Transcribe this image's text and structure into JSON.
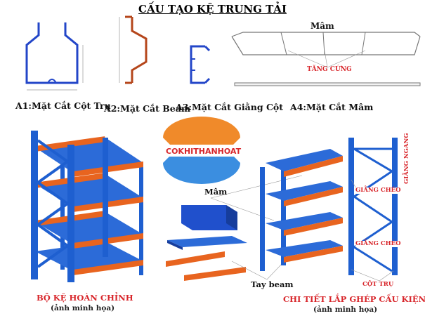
{
  "title": "CẤU TẠO KỆ TRUNG TẢI",
  "sections": {
    "a1": "A1:Mặt Cắt Cột Trụ",
    "a2": "A2:Mặt Cắt Beam",
    "a3": "A3:Mặt Cắt Giằng Cột",
    "a4": "A4:Mặt Cắt Mâm"
  },
  "labels": {
    "mam_top": "Mâm",
    "tang_cung": "TĂNG CỨNG",
    "mam_mid": "Mâm",
    "tay_beam": "Tay beam",
    "giang_cheo_1": "GIẰNG CHÉO",
    "giang_cheo_2": "GIẰNG CHÉO",
    "giang_ngang": "GIẰNG NGANG",
    "cot_tru": "CỘT TRỤ"
  },
  "logo_text": "COKHITHANHOAT",
  "captions": {
    "left": "BỘ KỆ HOÀN CHỈNH",
    "left_sub": "(ảnh minh họa)",
    "right": "CHI TIẾT LẮP GHÉP CẤU KIỆN",
    "right_sub": "(ảnh minh họa)"
  },
  "colors": {
    "upright_blue": "#1e5fd0",
    "beam_orange": "#e8641f",
    "profile_blue": "#2346c8",
    "profile_brown": "#b5461b",
    "logo_orange": "#f08a2a",
    "logo_blue": "#3b8ee0",
    "caption_red": "#d8262b"
  }
}
